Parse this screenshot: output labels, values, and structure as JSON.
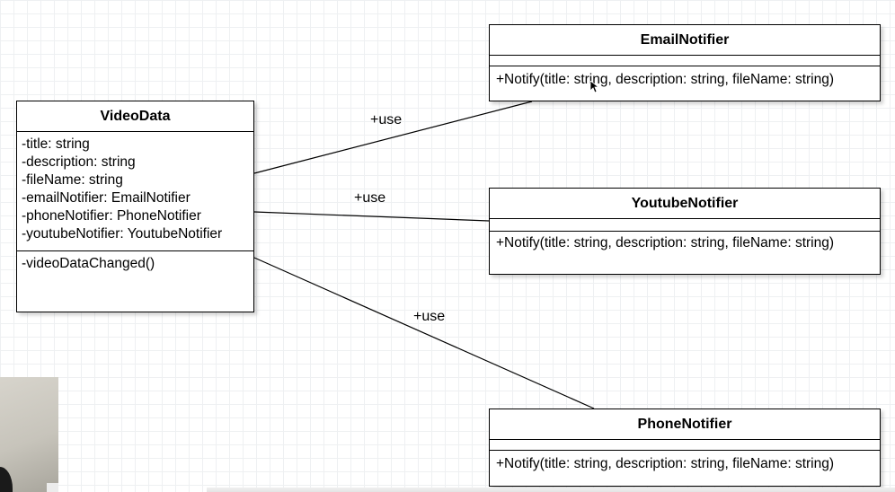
{
  "diagram": {
    "classes": {
      "video_data": {
        "name": "VideoData",
        "attributes": [
          "-title: string",
          "-description: string",
          "-fileName: string",
          "-emailNotifier: EmailNotifier",
          "-phoneNotifier: PhoneNotifier",
          "-youtubeNotifier: YoutubeNotifier"
        ],
        "methods": [
          "-videoDataChanged()"
        ]
      },
      "email_notifier": {
        "name": "EmailNotifier",
        "methods": [
          "+Notify(title: string, description: string, fileName: string)"
        ]
      },
      "youtube_notifier": {
        "name": "YoutubeNotifier",
        "methods": [
          "+Notify(title: string, description: string, fileName: string)"
        ]
      },
      "phone_notifier": {
        "name": "PhoneNotifier",
        "methods": [
          "+Notify(title: string, description: string, fileName: string)"
        ]
      }
    },
    "associations": [
      {
        "from": "VideoData",
        "to": "EmailNotifier",
        "label": "+use"
      },
      {
        "from": "VideoData",
        "to": "YoutubeNotifier",
        "label": "+use"
      },
      {
        "from": "VideoData",
        "to": "PhoneNotifier",
        "label": "+use"
      }
    ]
  },
  "colors": {
    "line": "#000000",
    "grid": "#eef0f2",
    "class_fill": "#ffffff"
  },
  "icons": {
    "cursor": "mouse-pointer-icon"
  }
}
